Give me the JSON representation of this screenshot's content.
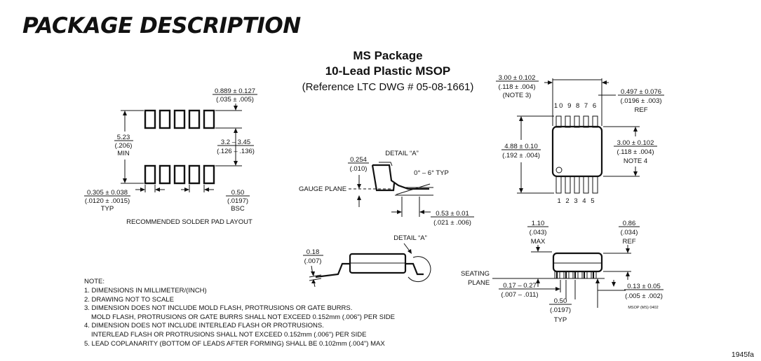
{
  "header": {
    "title": "PACKAGE DESCRIPTION"
  },
  "package": {
    "name": "MS Package",
    "type": "10-Lead Plastic MSOP",
    "reference": "(Reference LTC DWG # 05-08-1661)"
  },
  "solder_pad": {
    "pad_width_mm": "0.889 ± 0.127",
    "pad_width_in": "(.035 ± .005)",
    "min_mm": "5.23",
    "min_in": "(.206)",
    "min_label": "MIN",
    "gap_mm": "3.2 – 3.45",
    "gap_in": "(.126 – .136)",
    "pad_w_mm": "0.305 ± 0.038",
    "pad_w_in": "(.0120 ± .0015)",
    "pad_w_note": "TYP",
    "pitch_mm": "0.50",
    "pitch_in": "(.0197)",
    "pitch_note": "BSC",
    "caption": "RECOMMENDED SOLDER PAD LAYOUT"
  },
  "detail_a": {
    "label": "DETAIL “A”",
    "gauge_mm": "0.254",
    "gauge_in": "(.010)",
    "angle": "0° – 6° TYP",
    "gauge_plane": "GAUGE PLANE",
    "foot_mm": "0.53 ± 0.01",
    "foot_in": "(.021 ± .006)"
  },
  "side_view": {
    "detail_label": "DETAIL “A”",
    "lead_mm": "0.18",
    "lead_in": "(.007)"
  },
  "top_view": {
    "width_mm": "3.00 ± 0.102",
    "width_in": "(.118 ± .004)",
    "width_note": "(NOTE 3)",
    "lead_w_mm": "0.497 ± 0.076",
    "lead_w_in": "(.0196 ± .003)",
    "lead_w_note": "REF",
    "span_mm": "4.88 ± 0.10",
    "span_in": "(.192 ± .004)",
    "height_mm": "3.00 ± 0.102",
    "height_in": "(.118 ± .004)",
    "height_note": "NOTE 4",
    "pins_top": "10 9 8 7 6",
    "pins_bottom": "1 2 3 4 5"
  },
  "front_view": {
    "max_mm": "1.10",
    "max_in": "(.043)",
    "max_note": "MAX",
    "ref_mm": "0.86",
    "ref_in": "(.034)",
    "ref_note": "REF",
    "seating": "SEATING",
    "plane": "PLANE",
    "standoff_mm": "0.17 – 0.27",
    "standoff_in": "(.007 – .011)",
    "pitch_mm": "0.50",
    "pitch_in": "(.0197)",
    "pitch_note": "TYP",
    "clear_mm": "0.13 ± 0.05",
    "clear_in": "(.005 ± .002)",
    "code": "MSOP (MS) 0402"
  },
  "notes": {
    "heading": "NOTE:",
    "n1": "1. DIMENSIONS IN MILLIMETER/(INCH)",
    "n2": "2. DRAWING NOT TO SCALE",
    "n3": "3. DIMENSION DOES NOT INCLUDE MOLD FLASH, PROTRUSIONS OR GATE BURRS.",
    "n3b": "MOLD FLASH, PROTRUSIONS OR GATE BURRS SHALL NOT EXCEED 0.152mm (.006\") PER SIDE",
    "n4": "4. DIMENSION DOES NOT INCLUDE INTERLEAD FLASH OR PROTRUSIONS.",
    "n4b": "INTERLEAD FLASH OR PROTRUSIONS SHALL NOT EXCEED 0.152mm (.006\") PER SIDE",
    "n5": "5. LEAD COPLANARITY (BOTTOM OF LEADS AFTER FORMING) SHALL BE 0.102mm (.004\") MAX"
  },
  "footer": {
    "page_code": "1945fa"
  }
}
